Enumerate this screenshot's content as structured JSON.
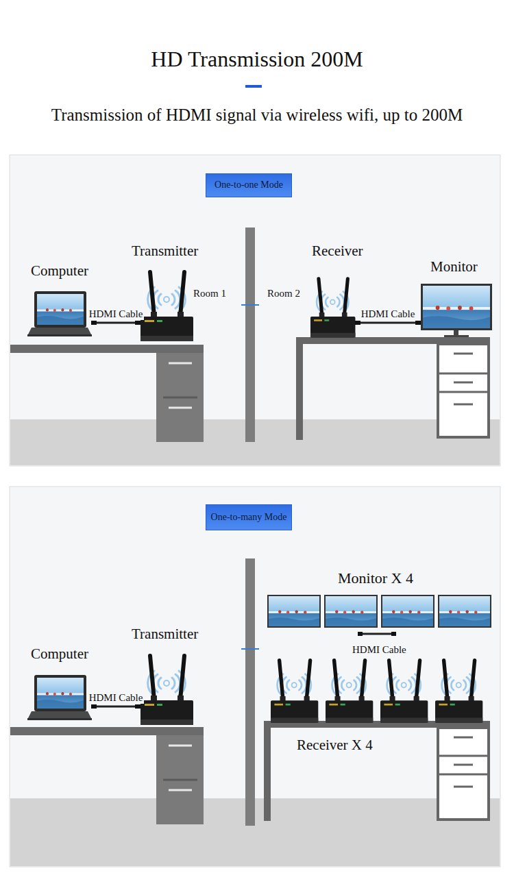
{
  "diagram": {
    "title": "HD Transmission 200M",
    "nodes": [
      {
        "text": [
          "One-to-one Mode"
        ]
      },
      {
        "text": [
          "Computer"
        ]
      },
      {
        "text": [
          "Transmitter"
        ]
      },
      {
        "text": [
          "Receiver"
        ]
      },
      {
        "text": [
          "Monitor"
        ]
      },
      {
        "text": [
          "One-to-many Mode"
        ]
      },
      {
        "text": [
          "Computer"
        ]
      },
      {
        "text": [
          "Transmitter"
        ]
      }
    ],
    "edges": [
      {
        "from": 1,
        "to": 2,
        "arrow": "none",
        "label": "HDMI Cable"
      },
      {
        "from": 3,
        "to": 4,
        "arrow": "none",
        "label": "HDMI Cable"
      },
      {
        "from": 6,
        "to": 7,
        "arrow": "none",
        "label": "HDMI Cable"
      }
    ],
    "labels": [
      "Transmission of HDMI signal via wireless wifi, up to 200M",
      "Room 1",
      "Room 2",
      "Monitor X 4",
      "HDMI Cable",
      "Receiver X 4"
    ]
  }
}
